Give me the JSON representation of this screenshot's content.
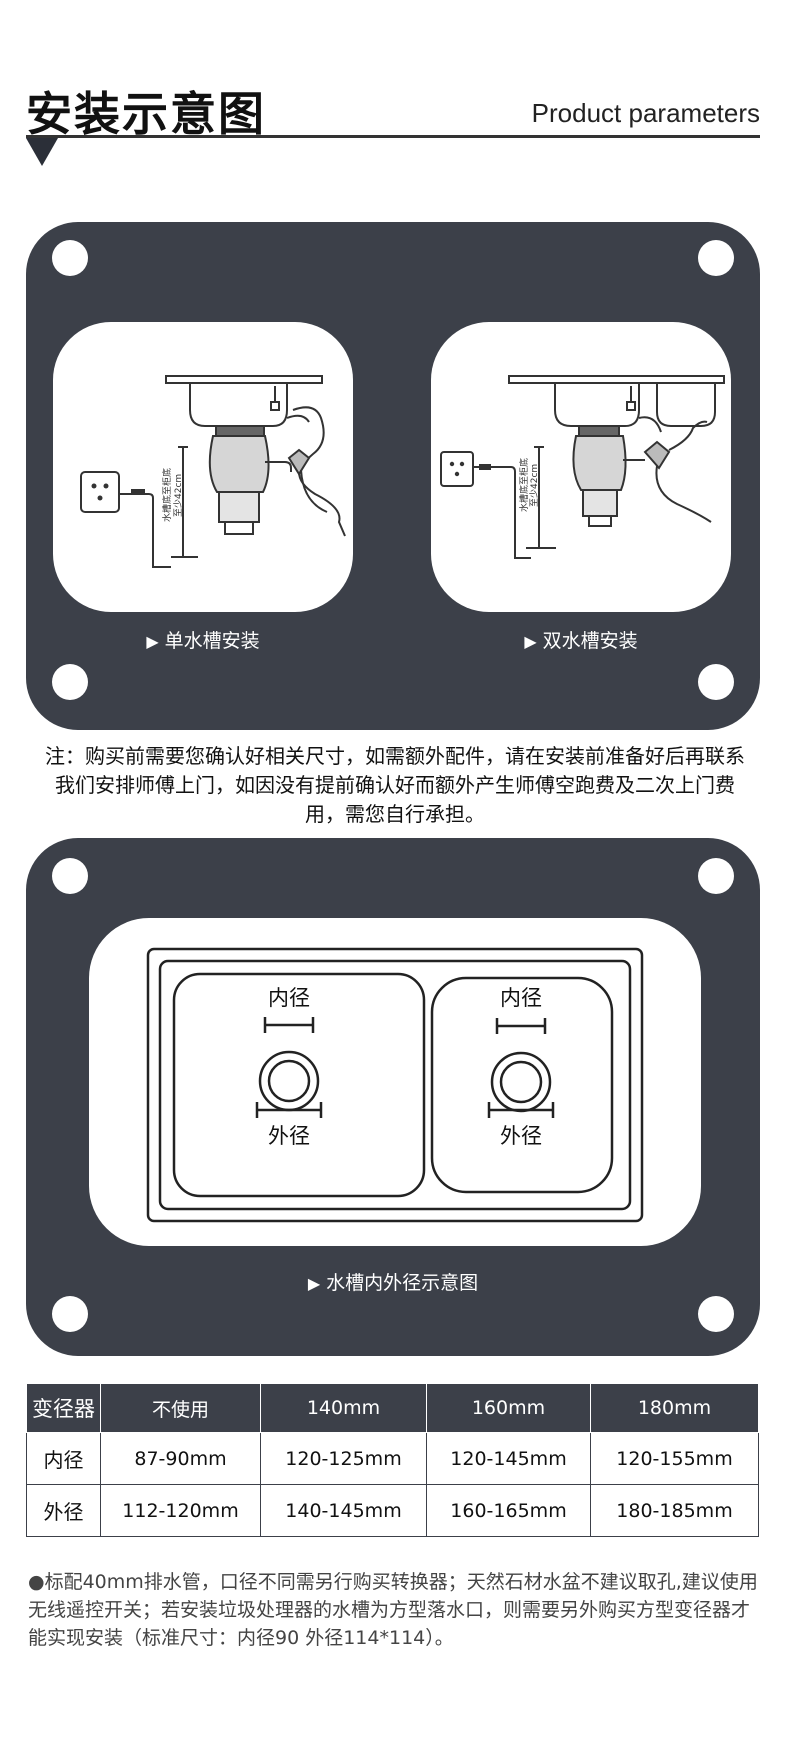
{
  "header": {
    "title": "安装示意图",
    "subtitle": "Product parameters"
  },
  "install_panel": {
    "single": {
      "label": "单水槽安装",
      "height_note": "水槽底至柜底",
      "height_value": "至少42cm"
    },
    "double": {
      "label": "双水槽安装",
      "height_note": "水槽底至柜底",
      "height_value": "至少42cm"
    }
  },
  "note": "注：购买前需要您确认好相关尺寸，如需额外配件，请在安装前准备好后再联系我们安排师傅上门，如因没有提前确认好而额外产生师傅空跑费及二次上门费用，需您自行承担。",
  "sink_panel": {
    "caption": "水槽内外径示意图",
    "left_inner": "内径",
    "left_outer": "外径",
    "right_inner": "内径",
    "right_outer": "外径"
  },
  "table": {
    "headers": [
      "变径器",
      "不使用",
      "140mm",
      "160mm",
      "180mm"
    ],
    "rows": [
      [
        "内径",
        "87-90mm",
        "120-125mm",
        "120-145mm",
        "120-155mm"
      ],
      [
        "外径",
        "112-120mm",
        "140-145mm",
        "160-165mm",
        "180-185mm"
      ]
    ]
  },
  "footnote": "●标配40mm排水管，口径不同需另行购买转换器；天然石材水盆不建议取孔,建议使用无线遥控开关；若安装垃圾处理器的水槽为方型落水口，则需要另外购买方型变径器才能实现安装（标准尺寸：内径90 外径114*114）。"
}
